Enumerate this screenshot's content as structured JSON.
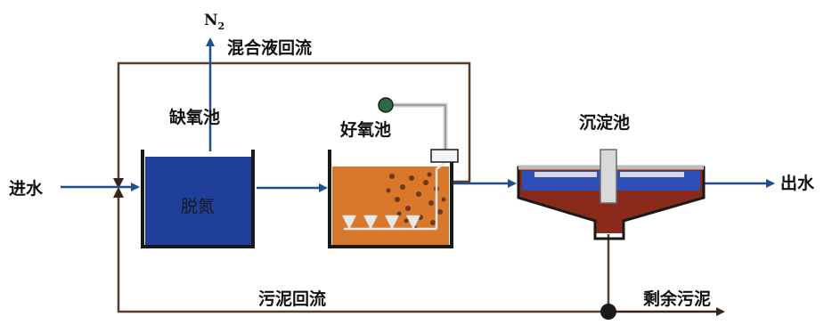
{
  "labels": {
    "n2": "N",
    "n2_sub": "2",
    "mixed_liquor_return": "混合液回流",
    "anoxic_tank": "缺氧池",
    "aerobic_tank": "好氧池",
    "clarifier": "沉淀池",
    "inflow": "进水",
    "outflow": "出水",
    "denitrification": "脱氮",
    "sludge_return": "污泥回流",
    "excess_sludge": "剩余污泥"
  },
  "colors": {
    "blue_line": "#1f4e8c",
    "brown_line": "#5a3a2a",
    "anoxic_fill": "#1f3f9a",
    "aerobic_fill": "#d9782a",
    "clarifier_water": "#2f4fb8",
    "clarifier_sludge": "#8a2a1a",
    "clarifier_body": "#d9d9d9"
  }
}
